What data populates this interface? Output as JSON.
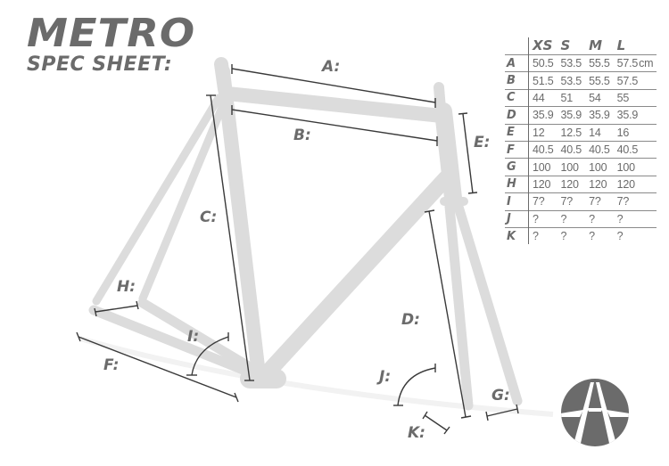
{
  "header": {
    "title_line1": "METRO",
    "title_line2": "SPEC SHEET:"
  },
  "diagram_labels": {
    "A": "A:",
    "B": "B:",
    "C": "C:",
    "D": "D:",
    "E": "E:",
    "F": "F:",
    "G": "G:",
    "H": "H:",
    "I": "I:",
    "J": "J:",
    "K": "K:"
  },
  "spec_table": {
    "unit": "cm",
    "columns": [
      "XS",
      "S",
      "M",
      "L"
    ],
    "rows": [
      {
        "key": "A",
        "values": [
          "50.5",
          "53.5",
          "55.5",
          "57.5"
        ]
      },
      {
        "key": "B",
        "values": [
          "51.5",
          "53.5",
          "55.5",
          "57.5"
        ]
      },
      {
        "key": "C",
        "values": [
          "44",
          "51",
          "54",
          "55"
        ]
      },
      {
        "key": "D",
        "values": [
          "35.9",
          "35.9",
          "35.9",
          "35.9"
        ]
      },
      {
        "key": "E",
        "values": [
          "12",
          "12.5",
          "14",
          "16"
        ]
      },
      {
        "key": "F",
        "values": [
          "40.5",
          "40.5",
          "40.5",
          "40.5"
        ]
      },
      {
        "key": "G",
        "values": [
          "100",
          "100",
          "100",
          "100"
        ]
      },
      {
        "key": "H",
        "values": [
          "120",
          "120",
          "120",
          "120"
        ]
      },
      {
        "key": "I",
        "values": [
          "7?",
          "7?",
          "7?",
          "7?"
        ]
      },
      {
        "key": "J",
        "values": [
          "?",
          "?",
          "?",
          "?"
        ]
      },
      {
        "key": "K",
        "values": [
          "?",
          "?",
          "?",
          "?"
        ]
      }
    ]
  },
  "colors": {
    "text_gray": "#6b6b6b",
    "frame_gray": "#dedede",
    "dimension_line": "#3a3a3a",
    "background": "#ffffff"
  },
  "logo": {
    "icon": "road-arrow-logo-icon"
  }
}
